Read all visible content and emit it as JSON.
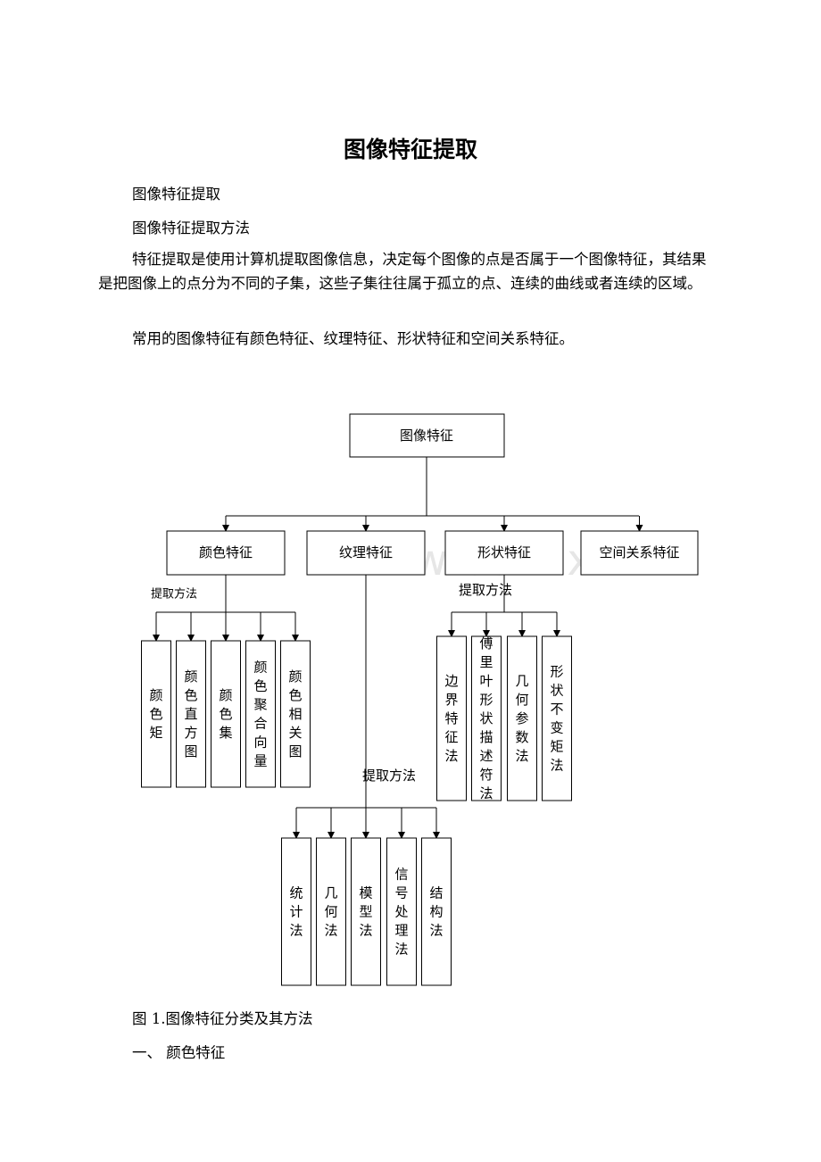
{
  "document": {
    "title": "图像特征提取",
    "line1": "图像特征提取",
    "line2": "图像特征提取方法",
    "paragraph1": "特征提取是使用计算机提取图像信息，决定每个图像的点是否属于一个图像特征，其结果是把图像上的点分为不同的子集，这些子集往往属于孤立的点、连续的曲线或者连续的区域。",
    "paragraph2": "常用的图像特征有颜色特征、纹理特征、形状特征和空间关系特征。",
    "caption": "图 1.图像特征分类及其方法",
    "section_heading": "一、 颜色特征",
    "watermark": "www.bdocx.com"
  },
  "diagram": {
    "root": "图像特征",
    "categories": [
      "颜色特征",
      "纹理特征",
      "形状特征",
      "空间关系特征"
    ],
    "method_label": "提取方法",
    "color_methods": [
      "颜色矩",
      "颜色直方图",
      "颜色集",
      "颜色聚合向量",
      "颜色相关图"
    ],
    "shape_methods": [
      "边界特征法",
      "傅里叶形状描述符法",
      "几何参数法",
      "形状不变矩法"
    ],
    "texture_methods": [
      "统计法",
      "几何法",
      "模型法",
      "信号处理法",
      "结构法"
    ]
  }
}
